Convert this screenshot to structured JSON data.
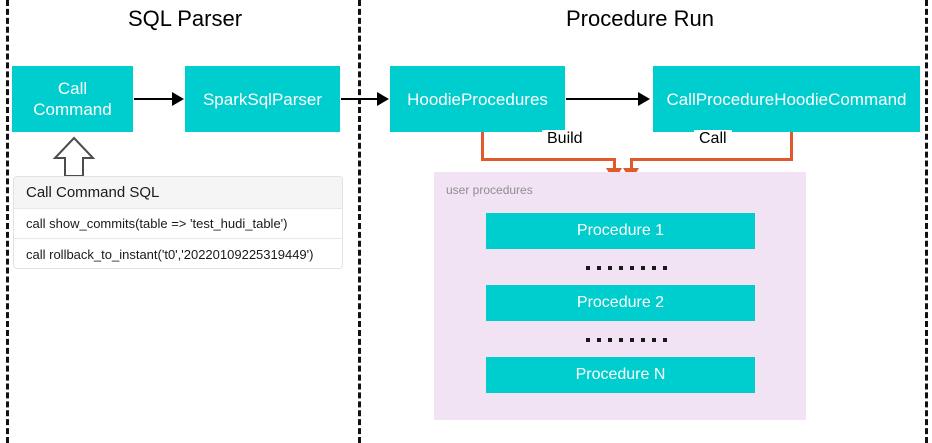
{
  "diagram": {
    "title_left": "SQL Parser",
    "title_right": "Procedure Run",
    "lanes": [
      {
        "name": "sql-parser",
        "title": "SQL Parser"
      },
      {
        "name": "procedure-run",
        "title": "Procedure Run"
      }
    ],
    "nodes": {
      "call_command": "Call\nCommand",
      "call_command_line1": "Call",
      "call_command_line2": "Command",
      "spark_sql_parser": "SparkSqlParser",
      "hoodie_procedures": "HoodieProcedures",
      "call_procedure_hoodie_command": "CallProcedureHoodieCommand"
    },
    "edges": {
      "build_label": "Build",
      "call_label": "Call"
    },
    "sql_table": {
      "header": "Call Command SQL",
      "rows": [
        "call show_commits(table => 'test_hudi_table')",
        "call rollback_to_instant('t0','20220109225319449')"
      ]
    },
    "user_procedures": {
      "label": "user procedures",
      "items": [
        "Procedure 1",
        "Procedure 2",
        "Procedure N"
      ],
      "ellipsis_dot_count": 8
    },
    "colors": {
      "node_fill": "#00CDCD",
      "node_text": "#FFFFFF",
      "panel_fill": "#F2E3F4",
      "panel_label": "#8D8D8D",
      "edge_orange": "#E05A2B",
      "edge_black": "#000000",
      "divider": "#111111",
      "table_header_fill": "#F5F5F5",
      "background": "#FFFFFF"
    }
  }
}
